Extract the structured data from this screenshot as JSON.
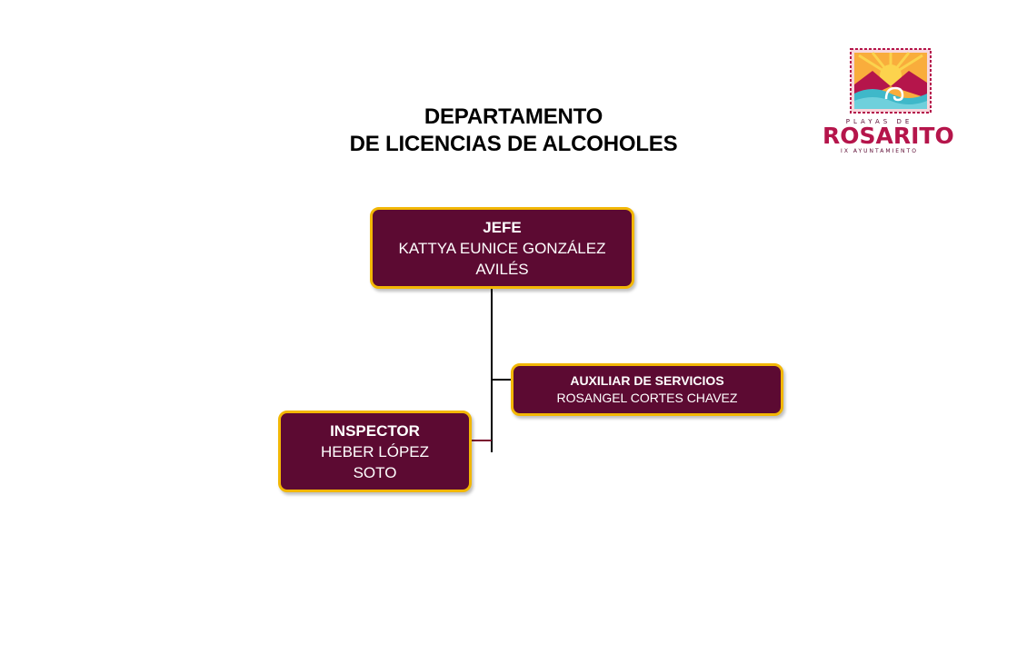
{
  "title": {
    "line1": "DEPARTAMENTO",
    "line2": "DE LICENCIAS DE ALCOHOLES"
  },
  "nodes": {
    "jefe": {
      "role": "JEFE",
      "name_line1": "KATTYA EUNICE GONZÁLEZ",
      "name_line2": "AVILÉS"
    },
    "auxiliar": {
      "role": "AUXILIAR DE SERVICIOS",
      "name": "ROSANGEL CORTES CHAVEZ"
    },
    "inspector": {
      "role": "INSPECTOR",
      "name_line1": "HEBER LÓPEZ",
      "name_line2": "SOTO"
    }
  },
  "logo": {
    "top_text": "PLAYAS DE",
    "main_text": "ROSARITO",
    "bottom_text": "IX AYUNTAMIENTO"
  },
  "colors": {
    "box_fill": "#5c0a32",
    "box_border": "#f2b705",
    "box_text": "#ffffff",
    "logo_main": "#b5154b"
  }
}
